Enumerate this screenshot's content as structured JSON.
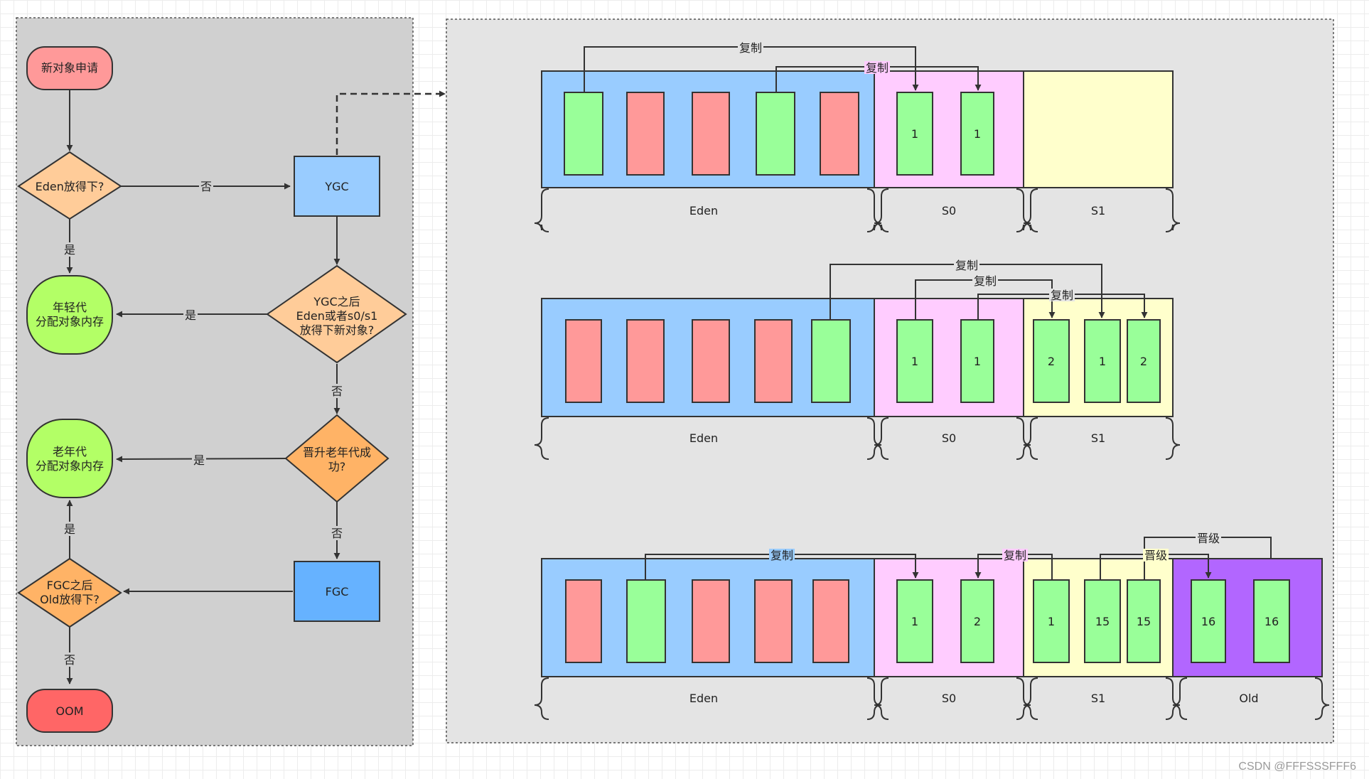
{
  "flowchart": {
    "start": "新对象申请",
    "eden_check": "Eden放得下?",
    "ygc": "YGC",
    "young_alloc": [
      "年轻代",
      "分配对象内存"
    ],
    "ygc_after": [
      "YGC之后",
      "Eden或者s0/s1",
      "放得下新对象?"
    ],
    "old_alloc": [
      "老年代",
      "分配对象内存"
    ],
    "promote": [
      "晋升老年代成",
      "功?"
    ],
    "fgc": "FGC",
    "fgc_after": [
      "FGC之后",
      "Old放得下?"
    ],
    "oom": "OOM",
    "no": "否",
    "yes": "是"
  },
  "memory": {
    "copy": "复制",
    "promote_label": "晋级",
    "regions": {
      "eden": "Eden",
      "s0": "S0",
      "s1": "S1",
      "old": "Old"
    },
    "row1": {
      "s0": [
        "1",
        "1"
      ]
    },
    "row2": {
      "s0": [
        "1",
        "1"
      ],
      "s1": [
        "2",
        "1",
        "2"
      ]
    },
    "row3": {
      "s0": [
        "1",
        "2"
      ],
      "s1": [
        "1",
        "15",
        "15"
      ],
      "old": [
        "16",
        "16"
      ]
    }
  },
  "colors": {
    "start": "#ff9999",
    "decision": "#ffcc99",
    "decision_dark": "#ffb366",
    "ygc": "#99ccff",
    "fgc": "#66b2ff",
    "alloc": "#b3ff66",
    "oom": "#ff6666",
    "eden": "#99ccff",
    "s0": "#ffccff",
    "s1": "#ffffcc",
    "old": "#b266ff",
    "live": "#99ff99",
    "dead": "#ff9999"
  },
  "watermark": "CSDN @FFFSSSFFF6"
}
